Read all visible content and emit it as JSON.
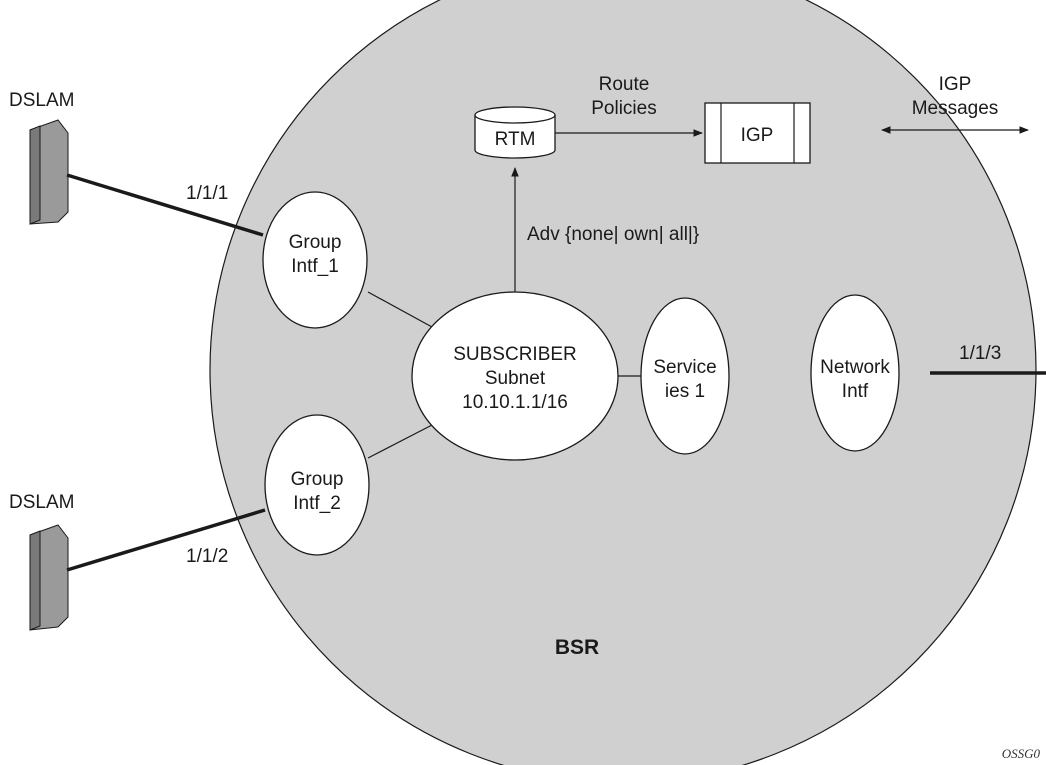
{
  "colors": {
    "router_fill": "#d0d0d0",
    "stroke": "#1a1a1a",
    "node_fill": "#ffffff",
    "dslam_fill": "#9a9a9a"
  },
  "labels": {
    "dslam_top": "DSLAM",
    "dslam_bottom": "DSLAM",
    "port_1": "1/1/1",
    "port_2": "1/1/2",
    "port_3": "1/1/3",
    "group1_line1": "Group",
    "group1_line2": "Intf_1",
    "group2_line1": "Group",
    "group2_line2": "Intf_2",
    "subscriber_line1": "SUBSCRIBER",
    "subscriber_line2": "Subnet",
    "subscriber_line3": "10.10.1.1/16",
    "service_line1": "Service",
    "service_line2": "ies 1",
    "network_line1": "Network",
    "network_line2": "Intf",
    "rtm": "RTM",
    "igp": "IGP",
    "route_policies_line1": "Route",
    "route_policies_line2": "Policies",
    "igp_messages_line1": "IGP",
    "igp_messages_line2": "Messages",
    "adv": "Adv {none| own| all|}",
    "router": "BSR",
    "figure_id": "OSSG0"
  }
}
